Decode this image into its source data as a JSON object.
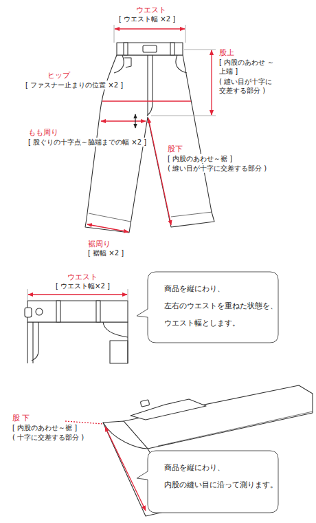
{
  "diagram": {
    "nodes": [
      {
        "text": [
          "商品を縦にわり、 左右のウエストを重ねた状態を、 ウエスト幅とします。"
        ]
      },
      {
        "text": [
          "商品を縦にわり、 内股の縫い目に沿って測ります。"
        ]
      }
    ],
    "labels": [
      "ウエスト",
      "[ ウエスト幅 ×2 ]",
      "ヒップ",
      "[ ファスナー止まりの位置 ×2 ]",
      "もも周り",
      "[ 股ぐりの十字点～脇端までの幅 ×2 ]",
      "股上",
      "[ 内股のあわせ ～上端 ]",
      "( 縫い目が十字に 交差する部分 )",
      "股下",
      "[ 内股のあわせ～裾 ]",
      "( 縫い目が十字に交差する部分 )",
      "裾周り",
      "[ 裾幅 ×2 ]",
      "ウエスト",
      "[ ウエスト幅×2 ]",
      "股 下",
      "[ 内股のあわせ～裾 ]",
      "( 十字に交差する部分 )"
    ]
  }
}
